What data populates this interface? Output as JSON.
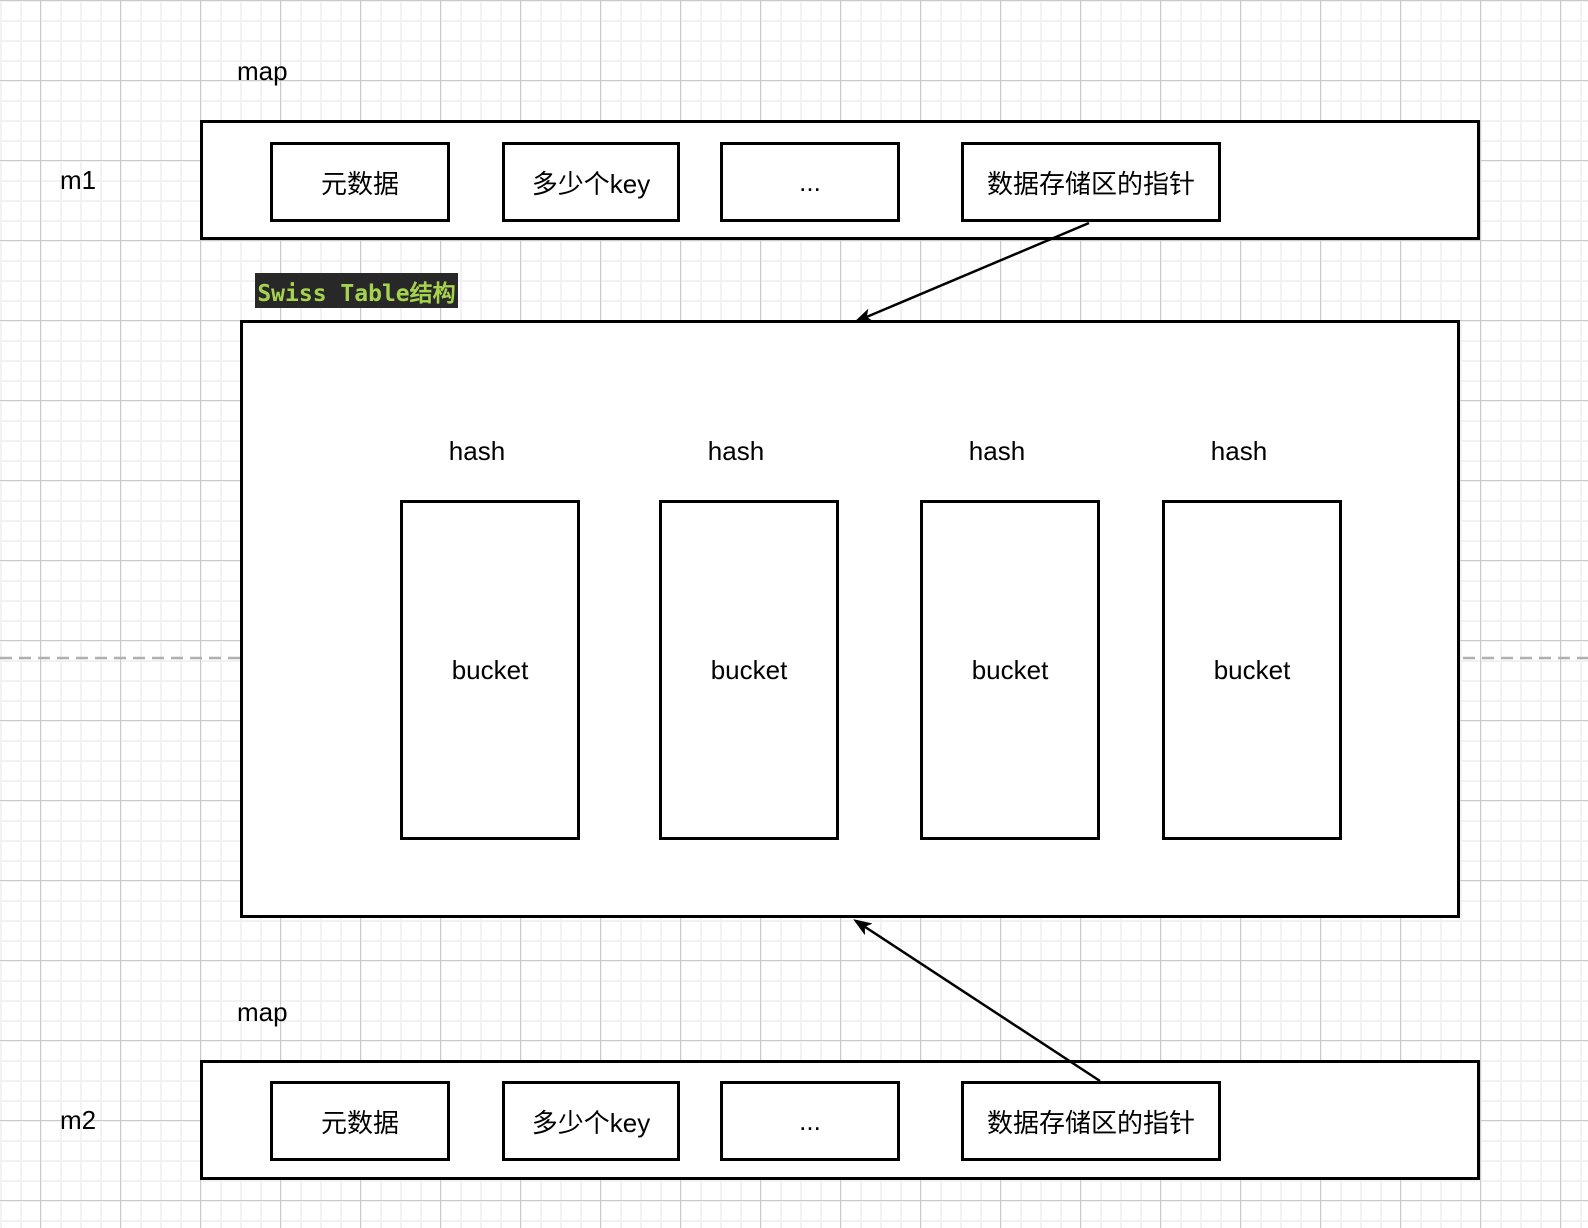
{
  "m1": {
    "map_label": "map",
    "name_label": "m1",
    "fields": [
      "元数据",
      "多少个key",
      "...",
      "数据存储区的指针"
    ]
  },
  "m2": {
    "map_label": "map",
    "name_label": "m2",
    "fields": [
      "元数据",
      "多少个key",
      "...",
      "数据存储区的指针"
    ]
  },
  "swiss_table": {
    "title": "Swiss Table结构",
    "hash_labels": [
      "hash",
      "hash",
      "hash",
      "hash"
    ],
    "bucket_labels": [
      "bucket",
      "bucket",
      "bucket",
      "bucket"
    ]
  },
  "colors": {
    "title_background": "#282828",
    "title_text": "#a6d34f",
    "shape_stroke": "#000000",
    "divider": "#b0b0b0"
  }
}
